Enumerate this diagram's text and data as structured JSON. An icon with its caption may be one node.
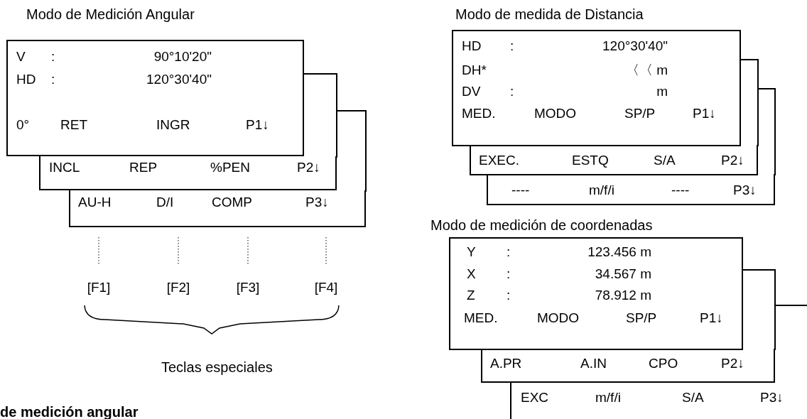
{
  "diagram": {
    "nodes": [
      {
        "text": [
          "V",
          ":",
          "90°10'20\"",
          "HD",
          ":",
          "120°30'40\"",
          "0°",
          "RET",
          "INGR",
          "P1↓"
        ]
      },
      {
        "text": [
          "INCL",
          "REP",
          "%PEN",
          "P2↓"
        ]
      },
      {
        "text": [
          "AU-H",
          "D/I",
          "COMP",
          "P3↓"
        ]
      },
      {
        "text": [
          "[F1]"
        ]
      },
      {
        "text": [
          "[F2]"
        ]
      },
      {
        "text": [
          "[F3]"
        ]
      },
      {
        "text": [
          "[F4]"
        ]
      },
      {
        "text": [
          "HD",
          ":",
          "120°30'40\"",
          "DH*",
          "〈〈 m",
          "DV",
          ":",
          "m",
          "MED.",
          "MODO",
          "SP/P",
          "P1↓"
        ]
      },
      {
        "text": [
          "EXEC.",
          "ESTQ",
          "S/A",
          "P2↓"
        ]
      },
      {
        "text": [
          "----",
          "m/f/i",
          "----",
          "P3↓"
        ]
      },
      {
        "text": [
          "Y",
          ":",
          "123.456 m",
          "X",
          ":",
          "34.567 m",
          "Z",
          ":",
          "78.912 m",
          "MED.",
          "MODO",
          "SP/P",
          "P1↓"
        ]
      },
      {
        "text": [
          "A.PR",
          "A.IN",
          "CPO",
          "P2↓"
        ]
      },
      {
        "text": [
          "EXC",
          "m/f/i",
          "S/A",
          "P3↓"
        ]
      }
    ],
    "edges": [
      {
        "from": 2,
        "to": 3,
        "arrow": "none",
        "style": "dashed"
      },
      {
        "from": 2,
        "to": 4,
        "arrow": "none",
        "style": "dashed"
      },
      {
        "from": 2,
        "to": 5,
        "arrow": "none",
        "style": "dashed"
      },
      {
        "from": 2,
        "to": 6,
        "arrow": "none",
        "style": "dashed"
      }
    ],
    "labels": [
      "Modo de Medición Angular",
      "Modo de medida de Distancia",
      "Modo de medición de coordenadas",
      "Teclas especiales",
      "de medición angular"
    ]
  }
}
